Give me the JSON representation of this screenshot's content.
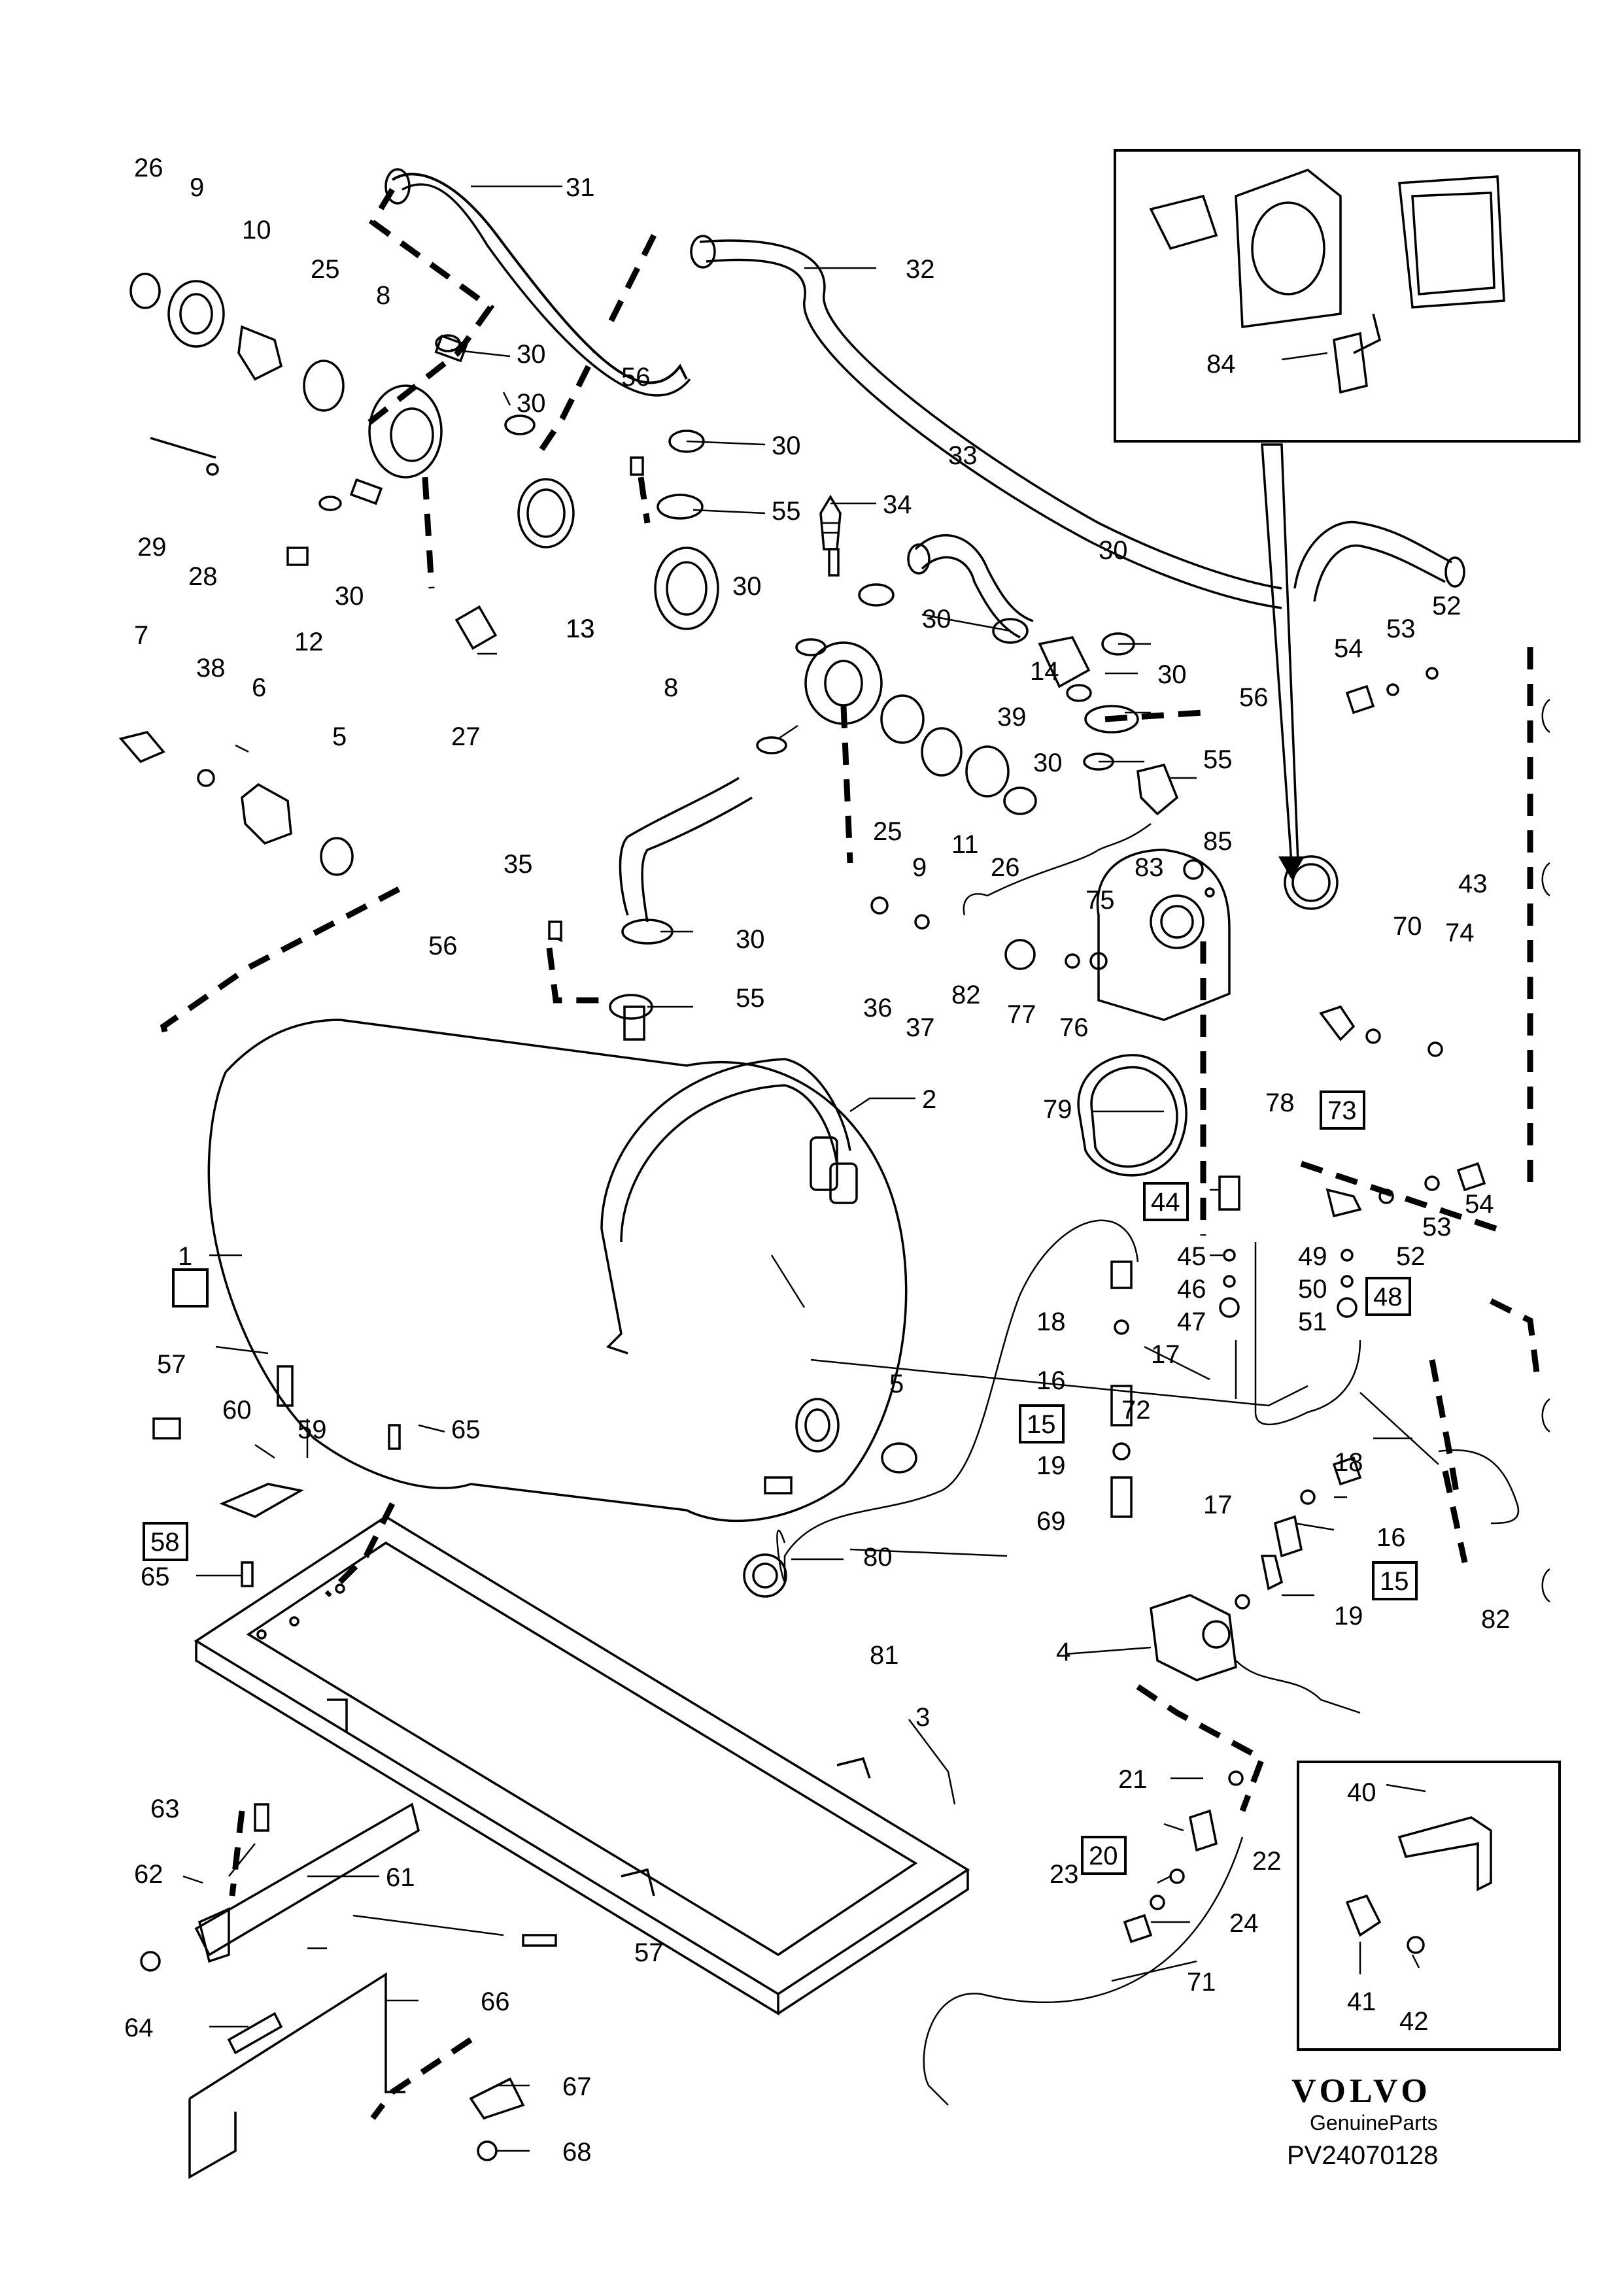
{
  "callouts": [
    {
      "label": "26"
    },
    {
      "label": "9"
    },
    {
      "label": "10"
    },
    {
      "label": "25"
    },
    {
      "label": "8"
    },
    {
      "label": "31"
    },
    {
      "label": "30"
    },
    {
      "label": "32"
    },
    {
      "label": "30"
    },
    {
      "label": "56"
    },
    {
      "label": "30"
    },
    {
      "label": "55"
    },
    {
      "label": "29"
    },
    {
      "label": "28"
    },
    {
      "label": "12"
    },
    {
      "label": "30"
    },
    {
      "label": "13"
    },
    {
      "label": "27"
    },
    {
      "label": "33"
    },
    {
      "label": "34"
    },
    {
      "label": "30"
    },
    {
      "label": "30"
    },
    {
      "label": "30"
    },
    {
      "label": "13"
    },
    {
      "label": "14"
    },
    {
      "label": "30"
    },
    {
      "label": "8"
    },
    {
      "label": "39"
    },
    {
      "label": "56"
    },
    {
      "label": "30"
    },
    {
      "label": "55"
    },
    {
      "label": "25"
    },
    {
      "label": "9"
    },
    {
      "label": "11"
    },
    {
      "label": "26"
    },
    {
      "label": "7"
    },
    {
      "label": "38"
    },
    {
      "label": "6"
    },
    {
      "label": "5"
    },
    {
      "label": "35"
    },
    {
      "label": "30"
    },
    {
      "label": "56"
    },
    {
      "label": "55"
    },
    {
      "label": "36"
    },
    {
      "label": "37"
    },
    {
      "label": "82"
    },
    {
      "label": "77"
    },
    {
      "label": "76"
    },
    {
      "label": "75"
    },
    {
      "label": "83"
    },
    {
      "label": "85"
    },
    {
      "label": "43"
    },
    {
      "label": "70"
    },
    {
      "label": "74"
    },
    {
      "label": "78"
    },
    {
      "label": "54"
    },
    {
      "label": "53"
    },
    {
      "label": "52"
    },
    {
      "label": "84"
    },
    {
      "label": "2"
    },
    {
      "label": "79"
    },
    {
      "label": "1"
    },
    {
      "label": "45"
    },
    {
      "label": "46"
    },
    {
      "label": "47"
    },
    {
      "label": "49"
    },
    {
      "label": "50"
    },
    {
      "label": "51"
    },
    {
      "label": "52"
    },
    {
      "label": "53"
    },
    {
      "label": "54"
    },
    {
      "label": "18"
    },
    {
      "label": "17"
    },
    {
      "label": "16"
    },
    {
      "label": "19"
    },
    {
      "label": "69"
    },
    {
      "label": "72"
    },
    {
      "label": "5"
    },
    {
      "label": "57"
    },
    {
      "label": "60"
    },
    {
      "label": "59"
    },
    {
      "label": "65"
    },
    {
      "label": "65"
    },
    {
      "label": "80"
    },
    {
      "label": "81"
    },
    {
      "label": "4"
    },
    {
      "label": "18"
    },
    {
      "label": "17"
    },
    {
      "label": "16"
    },
    {
      "label": "19"
    },
    {
      "label": "82"
    },
    {
      "label": "3"
    },
    {
      "label": "63"
    },
    {
      "label": "62"
    },
    {
      "label": "61"
    },
    {
      "label": "57"
    },
    {
      "label": "64"
    },
    {
      "label": "66"
    },
    {
      "label": "67"
    },
    {
      "label": "68"
    },
    {
      "label": "21"
    },
    {
      "label": "22"
    },
    {
      "label": "23"
    },
    {
      "label": "24"
    },
    {
      "label": "71"
    },
    {
      "label": "40"
    },
    {
      "label": "41"
    },
    {
      "label": "42"
    }
  ],
  "boxed_callouts": [
    {
      "label": "73"
    },
    {
      "label": "44"
    },
    {
      "label": "48"
    },
    {
      "label": "15"
    },
    {
      "label": "58"
    },
    {
      "label": "15"
    },
    {
      "label": "20"
    }
  ],
  "brand": {
    "name": "VOLVO",
    "tagline": "GenuineParts",
    "code": "PV24070128"
  }
}
